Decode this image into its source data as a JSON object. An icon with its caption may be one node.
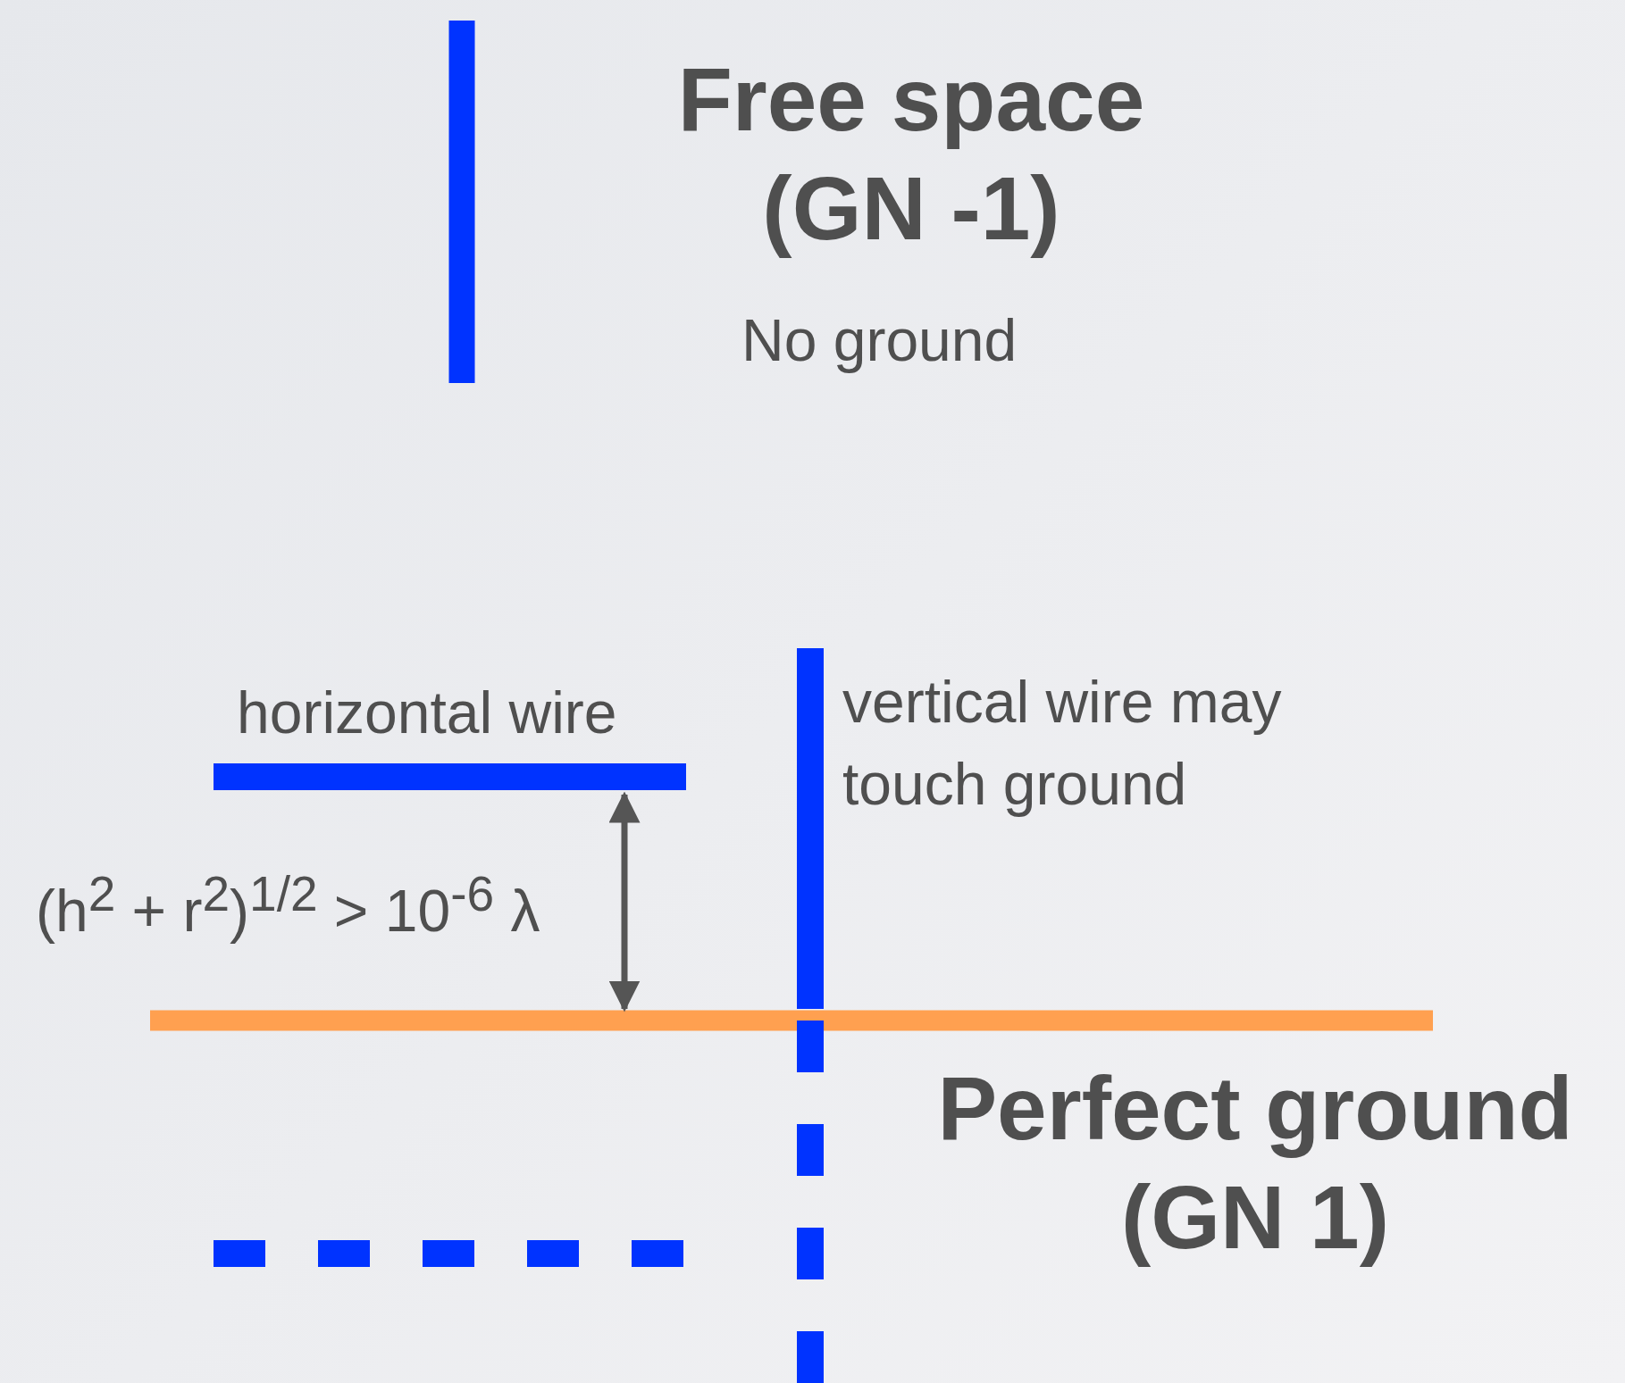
{
  "diagram": {
    "labels": [
      "Free space (GN -1)",
      "No ground",
      "horizontal wire",
      "vertical wire may touch ground",
      "(h$^{2}$ + r$^{2}$)$^{1/2}$ > 10$^{-6}$ λ",
      "Perfect ground (GN 1)"
    ]
  }
}
